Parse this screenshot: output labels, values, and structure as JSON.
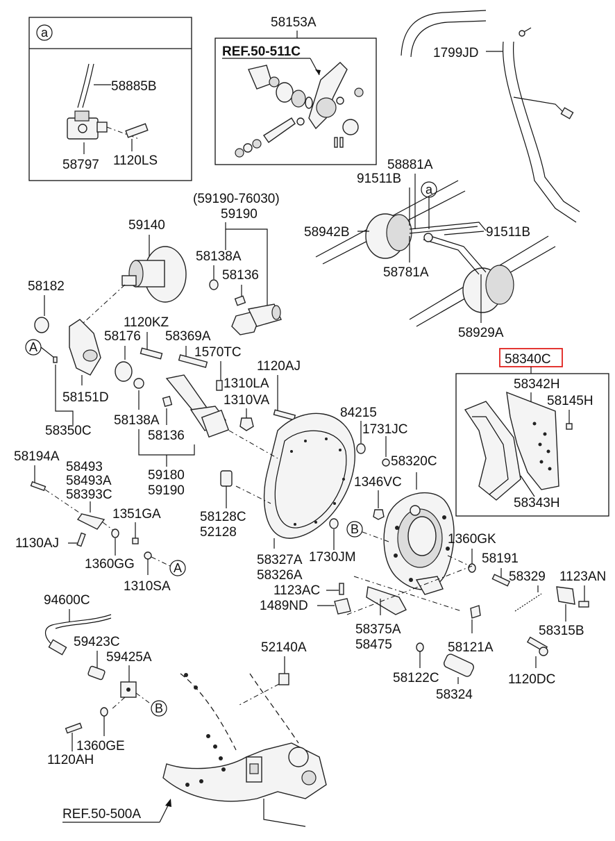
{
  "diagram": {
    "labels": {
      "p58153A": "58153A",
      "ref50511C": "REF.50-511C",
      "p1799JD": "1799JD",
      "p58885B": "58885B",
      "p58797": "58797",
      "p1120LS": "1120LS",
      "p59190_76030": "(59190-76030)",
      "p59190a": "59190",
      "p59140": "59140",
      "p58138A_top": "58138A",
      "p58136_top": "58136",
      "p58182": "58182",
      "p1120KZ": "1120KZ",
      "p58369A": "58369A",
      "p58176": "58176",
      "p1570TC": "1570TC",
      "p58151D": "58151D",
      "p58350C": "58350C",
      "p1310LA": "1310LA",
      "p1310VA": "1310VA",
      "p58138A_mid": "58138A",
      "p58136_mid": "58136",
      "p59180": "59180",
      "p59190b": "59190",
      "p1120AJ": "1120AJ",
      "p84215": "84215",
      "p1731JC": "1731JC",
      "p58320C": "58320C",
      "p58881A": "58881A",
      "p91511B_a": "91511B",
      "p91511B_b": "91511B",
      "p58942B": "58942B",
      "p58781A": "58781A",
      "p58929A": "58929A",
      "p58340C": "58340C",
      "p58342H": "58342H",
      "p58145H": "58145H",
      "p58343H": "58343H",
      "p58194A": "58194A",
      "p58493": "58493",
      "p58493A": "58493A",
      "p58393C": "58393C",
      "p1351GA": "1351GA",
      "p1130AJ": "1130AJ",
      "p1360GG": "1360GG",
      "p1310SA": "1310SA",
      "p58128C": "58128C",
      "p52128": "52128",
      "p1346VC": "1346VC",
      "p1360GK": "1360GK",
      "p58191": "58191",
      "p58329": "58329",
      "p1123AN": "1123AN",
      "p58327A": "58327A",
      "p58326A": "58326A",
      "p1730JM": "1730JM",
      "p1123AC": "1123AC",
      "p1489ND": "1489ND",
      "p58375A": "58375A",
      "p58475": "58475",
      "p58121A": "58121A",
      "p58315B": "58315B",
      "p94600C": "94600C",
      "p59423C": "59423C",
      "p59425A": "59425A",
      "p52140A": "52140A",
      "p58122C": "58122C",
      "p58324": "58324",
      "p1120DC": "1120DC",
      "p1360GE": "1360GE",
      "p1120AH": "1120AH",
      "ref50500A": "REF.50-500A"
    },
    "callouts": {
      "a_box": "a",
      "a_pipe": "a",
      "A_left": "A",
      "A_lower": "A",
      "B_hub": "B",
      "B_sensor": "B"
    },
    "highlight_color": "#e0201c"
  }
}
